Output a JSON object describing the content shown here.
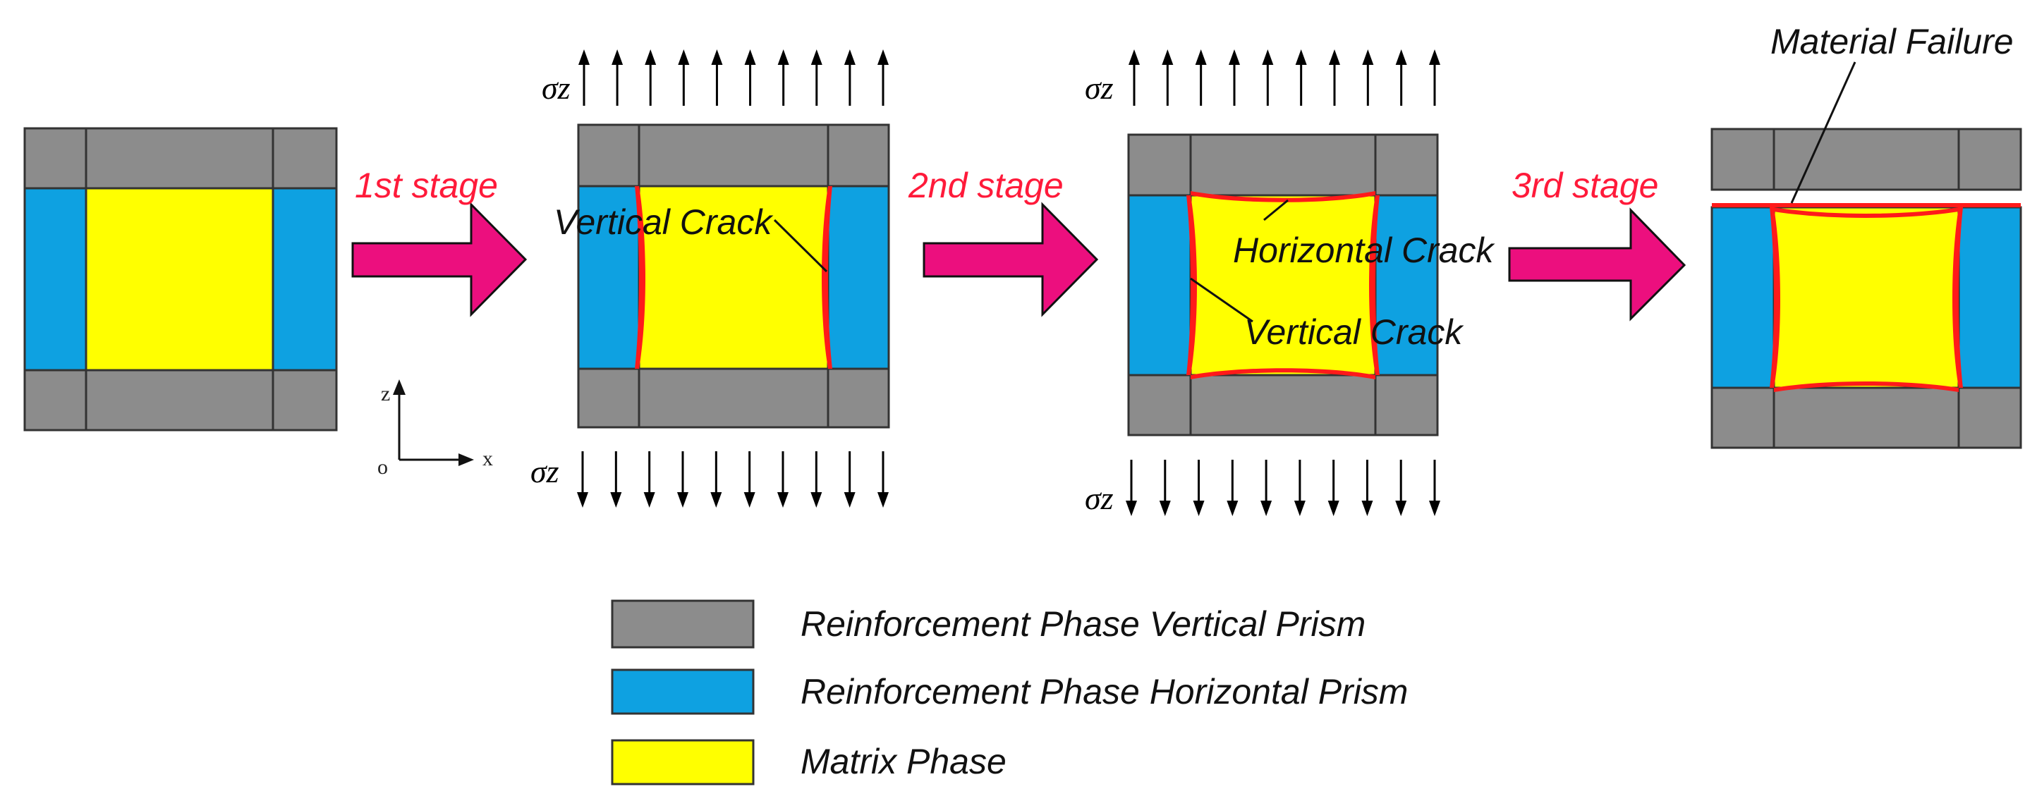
{
  "colors": {
    "vertical_prism": "#8c8c8c",
    "horizontal_prism": "#0ea1e1",
    "matrix": "#ffff00",
    "stage_arrow": "#ec0f7e",
    "stage_label": "#ff1a3a",
    "crack": "#ff1a1a",
    "outline": "#333333"
  },
  "stages": [
    {
      "label": "1st stage"
    },
    {
      "label": "2nd stage"
    },
    {
      "label": "3rd stage"
    }
  ],
  "stress_label": "σz",
  "axes": {
    "z": "z",
    "x": "x",
    "origin": "o"
  },
  "annotations": {
    "vertical_crack": "Vertical Crack",
    "horizontal_crack": "Horizontal Crack",
    "material_failure": "Material Failure"
  },
  "legend": [
    {
      "label": "Reinforcement Phase Vertical Prism",
      "color_key": "vertical_prism"
    },
    {
      "label": "Reinforcement Phase Horizontal Prism",
      "color_key": "horizontal_prism"
    },
    {
      "label": "Matrix Phase",
      "color_key": "matrix"
    }
  ]
}
